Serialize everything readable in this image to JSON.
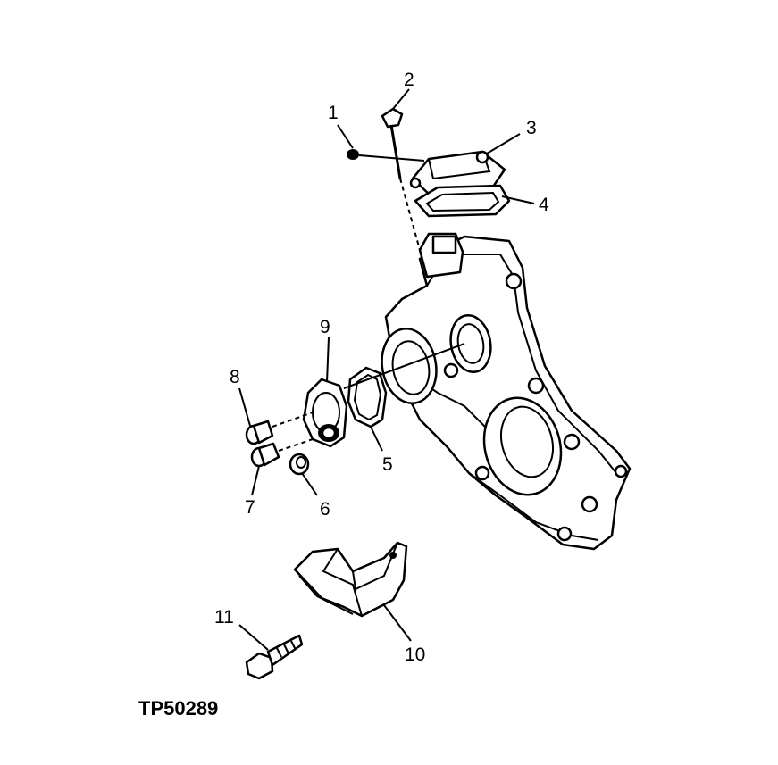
{
  "figure_id": "TP50289",
  "callouts": [
    {
      "id": "1",
      "label": "1"
    },
    {
      "id": "2",
      "label": "2"
    },
    {
      "id": "3",
      "label": "3"
    },
    {
      "id": "4",
      "label": "4"
    },
    {
      "id": "5",
      "label": "5"
    },
    {
      "id": "6",
      "label": "6"
    },
    {
      "id": "7",
      "label": "7"
    },
    {
      "id": "8",
      "label": "8"
    },
    {
      "id": "9",
      "label": "9"
    },
    {
      "id": "10",
      "label": "10"
    },
    {
      "id": "11",
      "label": "11"
    }
  ]
}
